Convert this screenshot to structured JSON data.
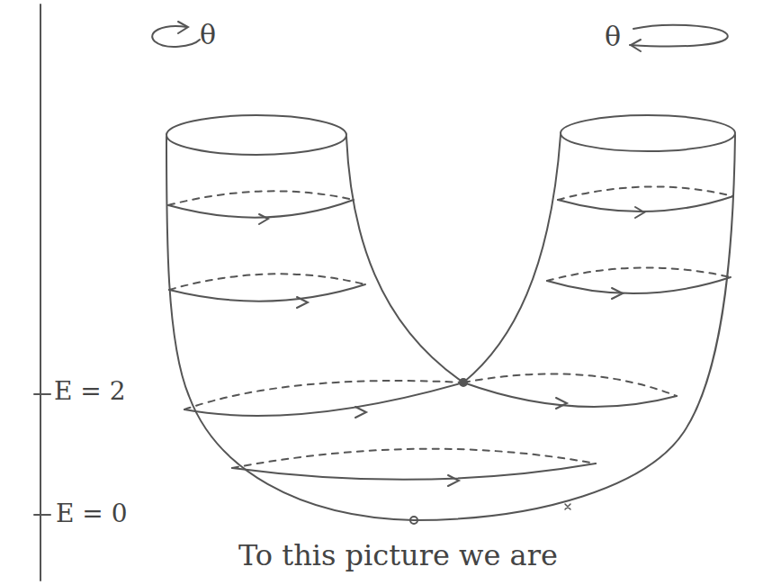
{
  "diagram": {
    "labels": [
      "θ",
      "θ",
      "E = 2",
      "E = 0",
      "To this picture we are"
    ]
  }
}
